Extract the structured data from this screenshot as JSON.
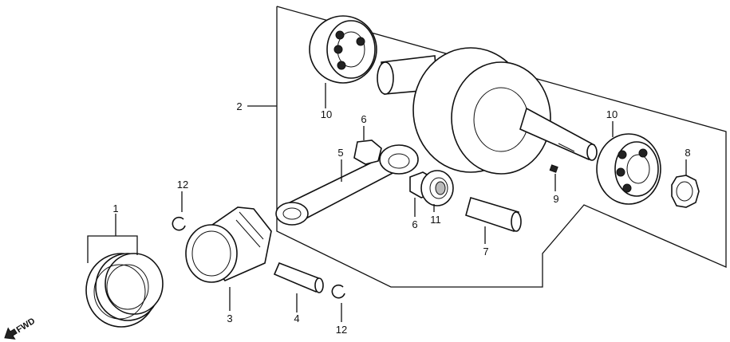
{
  "callouts": [
    {
      "id": "p1",
      "text": "1"
    },
    {
      "id": "p2",
      "text": "2"
    },
    {
      "id": "p3",
      "text": "3"
    },
    {
      "id": "p4",
      "text": "4"
    },
    {
      "id": "p5",
      "text": "5"
    },
    {
      "id": "p6a",
      "text": "6"
    },
    {
      "id": "p6b",
      "text": "6"
    },
    {
      "id": "p7",
      "text": "7"
    },
    {
      "id": "p8",
      "text": "8"
    },
    {
      "id": "p9",
      "text": "9"
    },
    {
      "id": "p10a",
      "text": "10"
    },
    {
      "id": "p10b",
      "text": "10"
    },
    {
      "id": "p11",
      "text": "11"
    },
    {
      "id": "p12a",
      "text": "12"
    },
    {
      "id": "p12b",
      "text": "12"
    }
  ],
  "direction": {
    "text": "FWD",
    "icon": "forward-arrow-icon"
  }
}
